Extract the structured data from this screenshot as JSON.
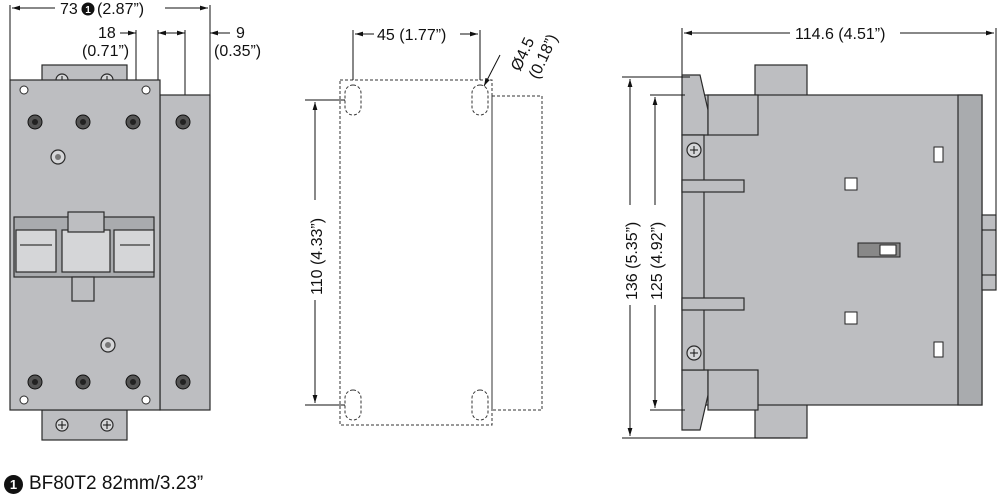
{
  "front": {
    "width_label": "73",
    "width_inch": "(2.87”)",
    "offset1_label": "18",
    "offset1_inch": "(0.71”)",
    "offset2_label": "9",
    "offset2_inch": "(0.35”)"
  },
  "mounting": {
    "spacing_label": "45 (1.77”)",
    "hole_label": "Ø4.5",
    "hole_inch": "(0.18”)",
    "height_label": "110 (4.33”)"
  },
  "side": {
    "depth_label": "114.6 (4.51”)",
    "height1_label": "136 (5.35”)",
    "height2_label": "125 (4.92”)"
  },
  "footnote": {
    "marker": "1",
    "text": "BF80T2 82mm/3.23”"
  }
}
